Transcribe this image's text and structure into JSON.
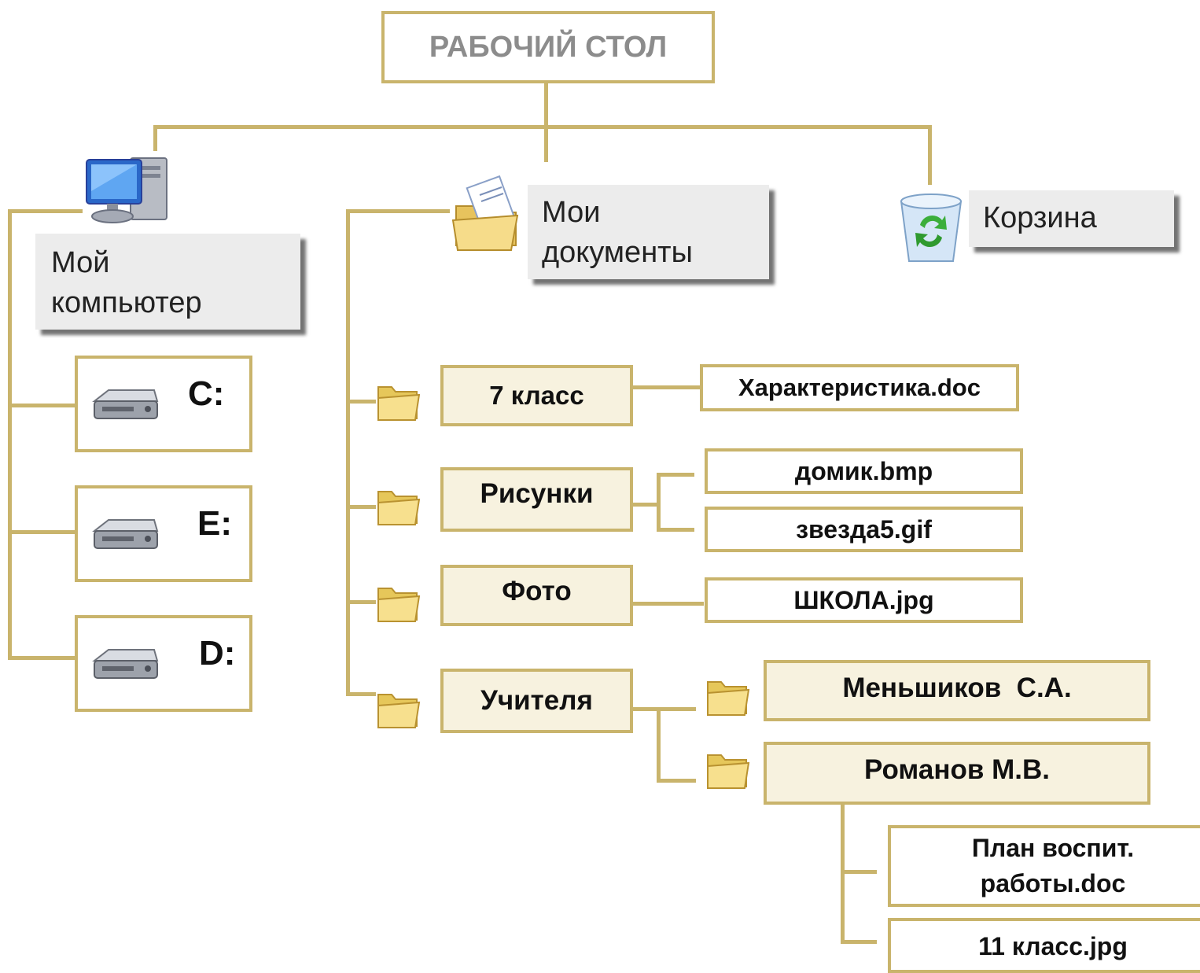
{
  "root": "РАБОЧИЙ СТОЛ",
  "my_computer": {
    "label_line1": "Мой",
    "label_line2": "компьютер",
    "drives": [
      "C:",
      "E:",
      "D:"
    ]
  },
  "my_documents": {
    "label_line1": "Мои",
    "label_line2": "документы",
    "folders": {
      "klass7": {
        "name": "7 класс",
        "file": "Характеристика.doc"
      },
      "risunki": {
        "name": "Рисунки",
        "files": [
          "домик.bmp",
          "звезда5.gif"
        ]
      },
      "foto": {
        "name": "Фото",
        "file": "ШКОЛА.jpg"
      },
      "uchitelya": {
        "name": "Учителя",
        "subfolders": [
          "Меньшиков  С.А.",
          "Романов М.В."
        ],
        "romanov_files": {
          "file1_line1": "План воспит.",
          "file1_line2": "работы.doc",
          "file2": "11 класс.jpg"
        }
      }
    }
  },
  "recycle_bin": "Корзина",
  "colors": {
    "connector": "#c9b46c",
    "box_fill": "#f7f2df",
    "gray_label": "#ececec"
  }
}
